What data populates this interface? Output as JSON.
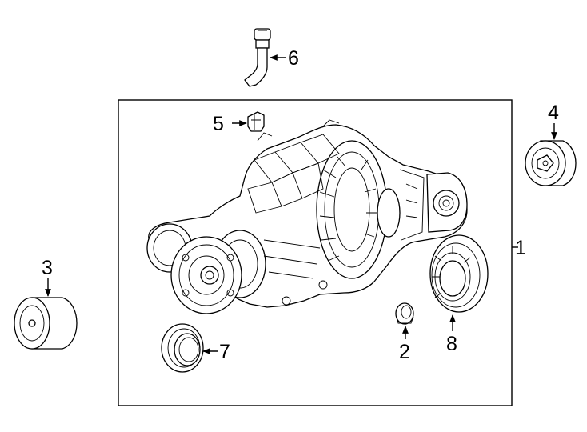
{
  "diagram": {
    "callouts": {
      "c1": "1",
      "c2": "2",
      "c3": "3",
      "c4": "4",
      "c5": "5",
      "c6": "6",
      "c7": "7",
      "c8": "8"
    },
    "parts": [
      {
        "callout": "1",
        "icon": "differential-assembly-icon"
      },
      {
        "callout": "2",
        "icon": "plug-icon"
      },
      {
        "callout": "3",
        "icon": "bushing-icon"
      },
      {
        "callout": "4",
        "icon": "mount-bushing-icon"
      },
      {
        "callout": "5",
        "icon": "clip-icon"
      },
      {
        "callout": "6",
        "icon": "vent-tube-icon"
      },
      {
        "callout": "7",
        "icon": "seal-icon"
      },
      {
        "callout": "8",
        "icon": "cover-seal-icon"
      }
    ]
  }
}
